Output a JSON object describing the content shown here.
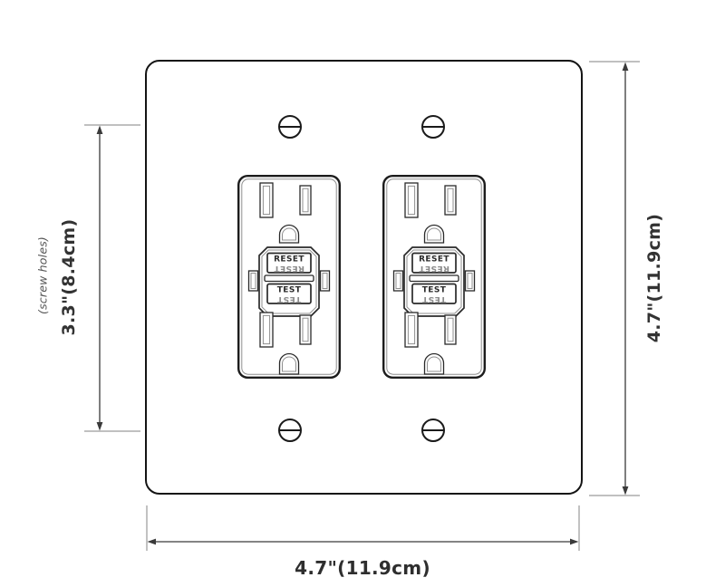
{
  "diagram": {
    "width_label": "4.7\"(11.9cm)",
    "height_label": "4.7\"(11.9cm)",
    "screw_distance_label": "3.3\"(8.4cm)",
    "screw_note": "(screw holes)"
  },
  "outlets": [
    {
      "reset_label": "RESET",
      "test_label": "TEST"
    },
    {
      "reset_label": "RESET",
      "test_label": "TEST"
    }
  ],
  "colors": {
    "outline": "#1c1c1c",
    "dimension_line": "#3a3a3a",
    "tick_line": "#9a9a9a",
    "label_text": "#333333",
    "note_text": "#555555",
    "mirror_text": "#8a8a8a",
    "background": "#ffffff"
  }
}
